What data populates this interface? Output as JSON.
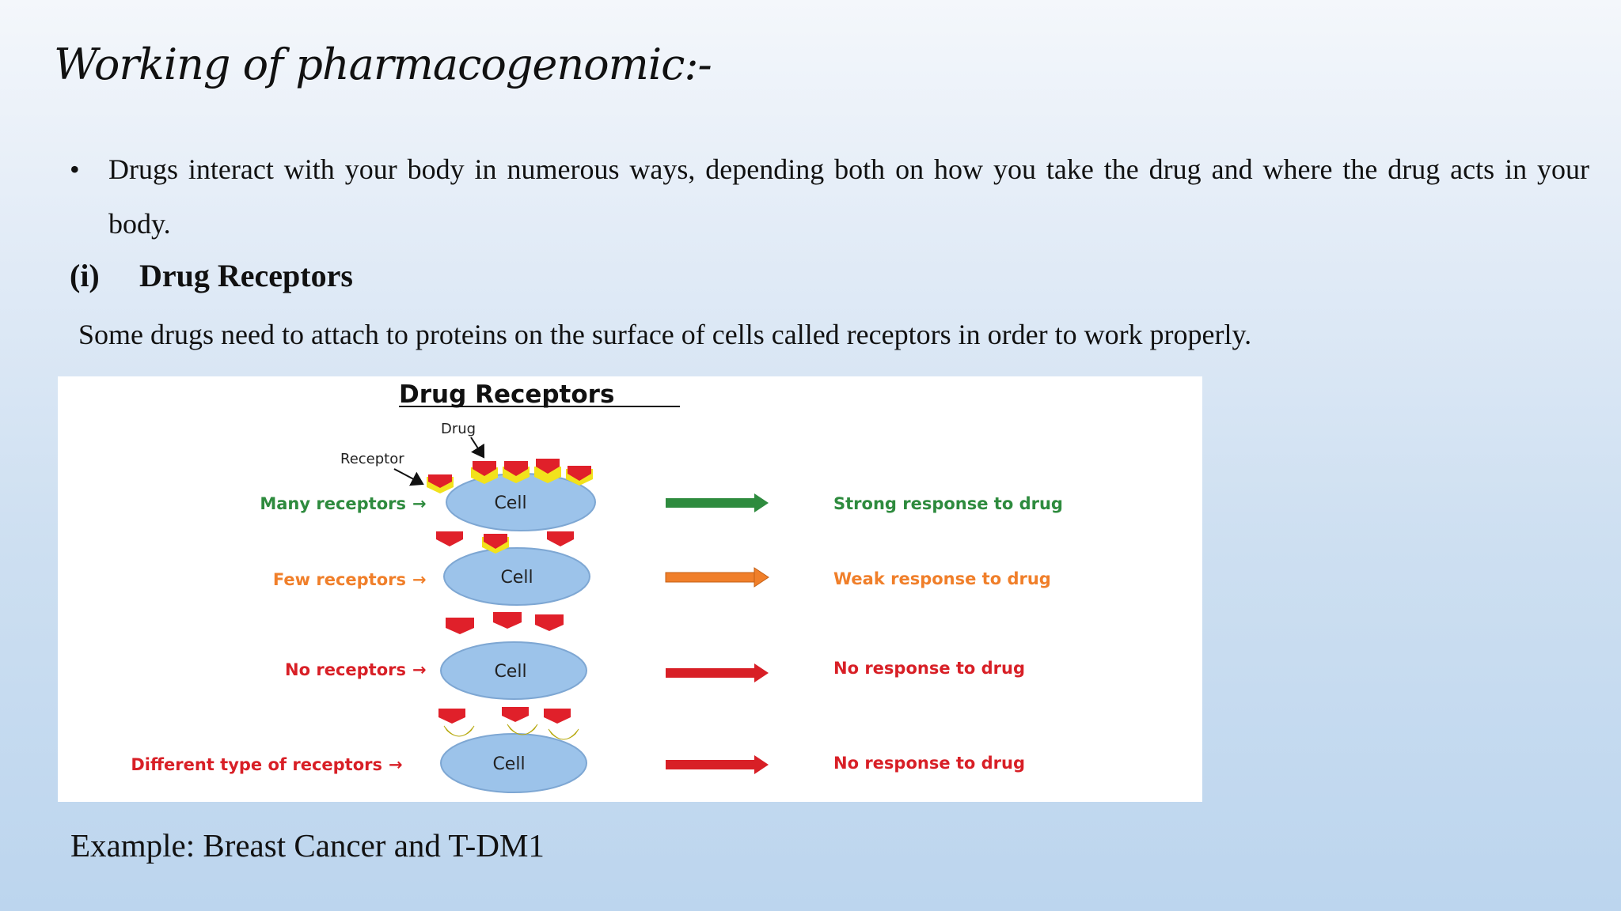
{
  "slide": {
    "title": "Working of pharmacogenomic:-",
    "bullet_marker": "•",
    "bullet": "Drugs interact with your body in numerous ways, depending both on how you take the drug and where the drug acts in your body.",
    "section_number": "(i)",
    "section_title": "Drug Receptors",
    "paragraph": "Some drugs need to attach to proteins on the surface of cells called receptors in order to work properly.",
    "example": "Example: Breast Cancer and T-DM1"
  },
  "figure": {
    "title": "Drug Receptors",
    "drug_label": "Drug",
    "receptor_label": "Receptor",
    "rows": [
      {
        "label": "Many receptors",
        "cell": "Cell",
        "response": "Strong response to drug",
        "color": "#2e8b3e"
      },
      {
        "label": "Few receptors",
        "cell": "Cell",
        "response": "Weak response to drug",
        "color": "#f07f2a"
      },
      {
        "label": "No receptors",
        "cell": "Cell",
        "response": "No response to drug",
        "color": "#d81f26"
      },
      {
        "label": "Different type of receptors",
        "cell": "Cell",
        "response": "No response to drug",
        "color": "#d81f26"
      }
    ],
    "arrow_glyph": "→",
    "colors": {
      "drug": "#e0202a",
      "receptor": "#f2e21c",
      "cell": "#9cc3ea"
    }
  }
}
